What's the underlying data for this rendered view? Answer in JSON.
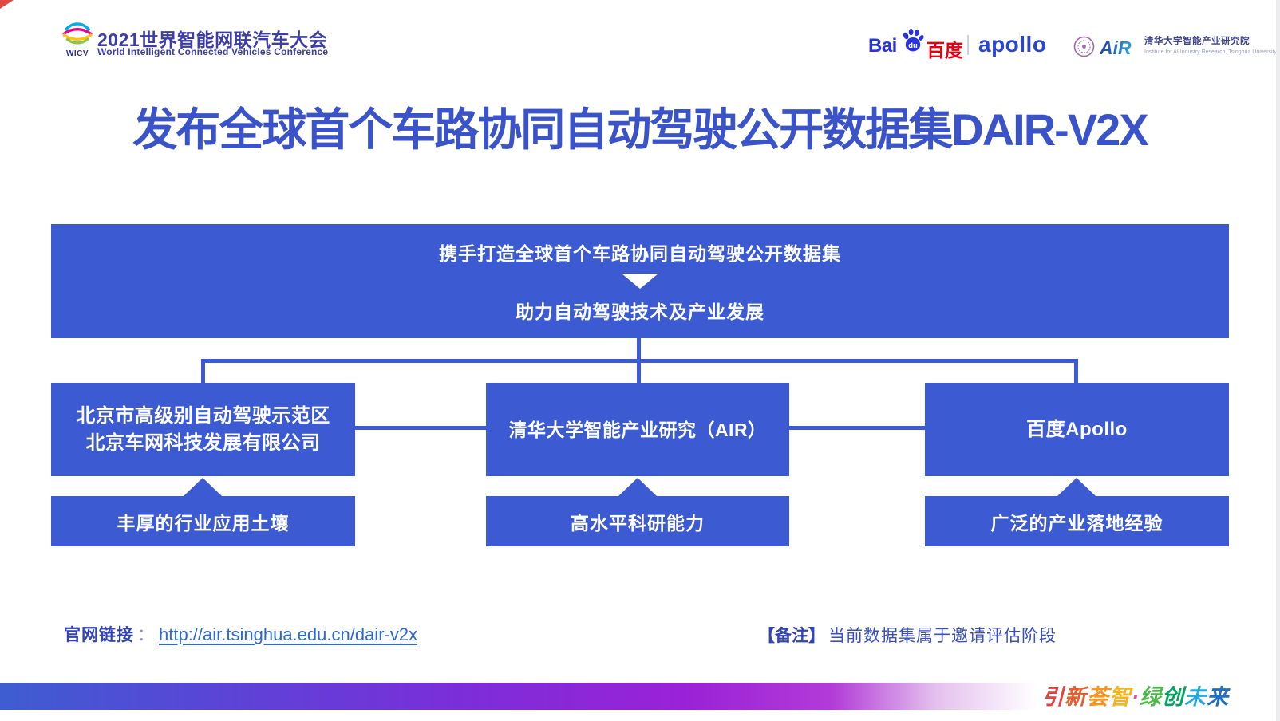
{
  "header": {
    "wicv": {
      "badge": "WICV",
      "title_cn": "2021世界智能网联汽车大会",
      "title_en": "World Intelligent Connected Vehicles Conference"
    },
    "baidu": {
      "bai": "Bai",
      "du": "du",
      "cn": "百度"
    },
    "apollo": "apollo",
    "air": {
      "wordmark": "AiR",
      "cn": "清华大学智能产业研究院",
      "en": "Institute for AI Industry Research, Tsinghua University"
    }
  },
  "title": "发布全球首个车路协同自动驾驶公开数据集DAIR-V2X",
  "diagram": {
    "top_box": {
      "line1": "携手打造全球首个车路协同自动驾驶公开数据集",
      "line2": "助力自动驾驶技术及产业发展"
    },
    "columns": [
      {
        "org_line1": "北京市高级别自动驾驶示范区",
        "org_line2": "北京车网科技发展有限公司",
        "strength": "丰厚的行业应用土壤"
      },
      {
        "org_line1": "清华大学智能产业研究（AIR）",
        "strength": "高水平科研能力"
      },
      {
        "org_line1": "百度Apollo",
        "strength": "广泛的产业落地经验"
      }
    ]
  },
  "footer": {
    "link_label": "官网链接",
    "colon": "：",
    "url": "http://air.tsinghua.edu.cn/dair-v2x",
    "note_label": "【备注】",
    "note": "当前数据集属于邀请评估阶段"
  },
  "bottom_bar": {
    "slogan": "引新荟智·绿创未来",
    "slogan_colors": [
      "#E8403C",
      "#EE5A28",
      "#F7941D",
      "#F6B31E",
      "#E0559E",
      "#4CB848",
      "#00A560",
      "#29A8DE",
      "#1F6FC0"
    ]
  },
  "colors": {
    "box_blue": "#3C5BD2",
    "title_blue": "#3A53C8",
    "link_blue": "#2D68D8",
    "label_blue": "#3243B3",
    "baidu_blue": "#2932E1",
    "baidu_red": "#E60012",
    "bar_gradient": [
      "#3E5DD1",
      "#7B2ED8",
      "#B23BD8"
    ]
  }
}
